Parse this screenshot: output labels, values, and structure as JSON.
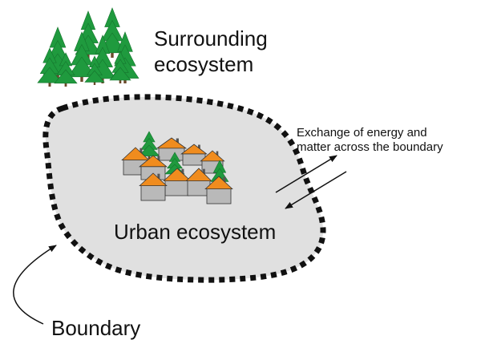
{
  "labels": {
    "surrounding_line1": "Surrounding",
    "surrounding_line2": "ecosystem",
    "exchange_line1": "Exchange of energy and",
    "exchange_line2": "matter across the boundary",
    "urban": "Urban ecosystem",
    "boundary": "Boundary"
  },
  "colors": {
    "tree": "#1f9a3e",
    "tree_trunk": "#6b4a2b",
    "region_fill": "#e0e0e0",
    "boundary_dash": "#111111",
    "roof": "#f08c1e",
    "wall": "#b9b9b9",
    "outline": "#333333"
  }
}
